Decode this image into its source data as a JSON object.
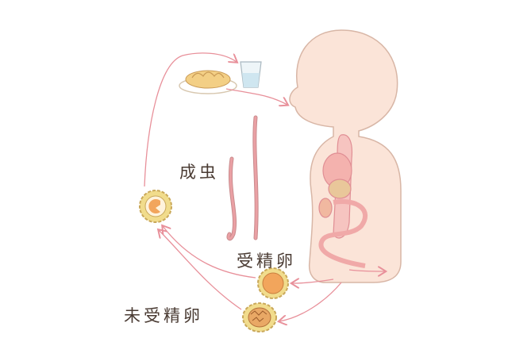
{
  "labels": {
    "adult_worm": "成虫",
    "fertilized_egg": "受精卵",
    "unfertilized_egg": "未受精卵"
  },
  "colors": {
    "arrow": "#e8909a",
    "skin": "#fbe4d8",
    "outline": "#d8b6a6",
    "worm": "#eaa0a4",
    "egg_shell": "#f1dc8c",
    "egg_core": "#f2a55c"
  }
}
